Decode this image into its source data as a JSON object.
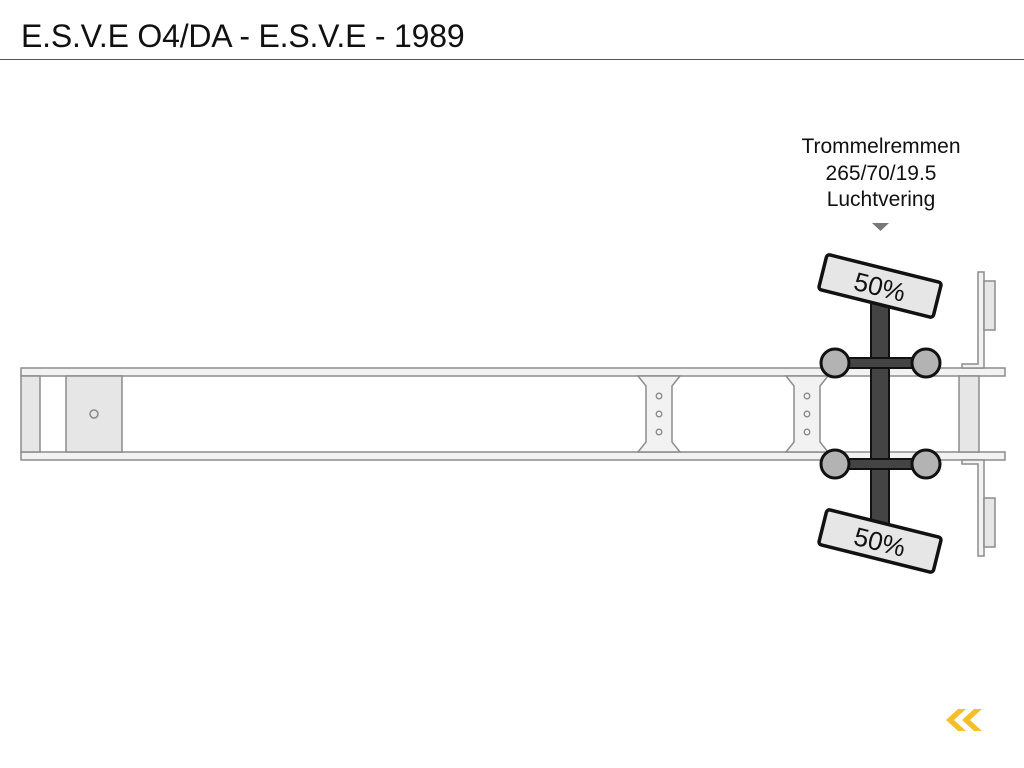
{
  "header": {
    "title": "E.S.V.E O4/DA - E.S.V.E - 1989"
  },
  "axle": {
    "brake_type": "Trommelremmen",
    "tire_size": "265/70/19.5",
    "suspension": "Luchtvering",
    "pointer_icon": "triangle-down-icon",
    "load_top": "50%",
    "load_bottom": "50%"
  },
  "colors": {
    "frame_fill": "#f2f2f2",
    "frame_stroke": "#8c8c8c",
    "axle_dark": "#444444",
    "wheel_hub": "#b3b3b3",
    "label_box": "#e6e6e6",
    "logo": "#f5bf2a"
  },
  "logo": {
    "icon": "double-chevron-left-icon"
  }
}
